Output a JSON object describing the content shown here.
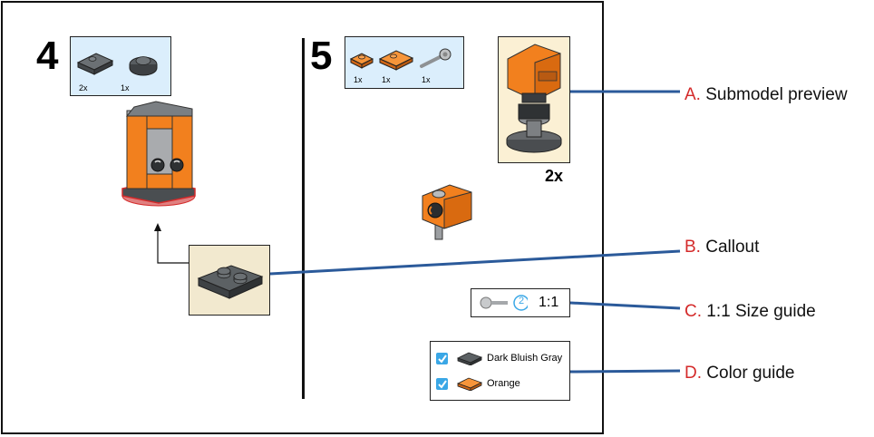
{
  "step4": {
    "number": "4",
    "parts": [
      {
        "qty": "2x"
      },
      {
        "qty": "1x"
      }
    ]
  },
  "step5": {
    "number": "5",
    "parts": [
      {
        "qty": "1x"
      },
      {
        "qty": "1x"
      },
      {
        "qty": "1x"
      }
    ],
    "submodel_multiplier": "2x"
  },
  "size_guide": {
    "count": "2",
    "ratio": "1:1"
  },
  "color_guide": [
    {
      "name": "Dark Bluish Gray",
      "color": "#555a5e"
    },
    {
      "name": "Orange",
      "color": "#f2801e"
    }
  ],
  "legend": [
    {
      "letter": "A.",
      "text": " Submodel preview"
    },
    {
      "letter": "B.",
      "text": " Callout"
    },
    {
      "letter": "C.",
      "text": " 1:1 Size guide"
    },
    {
      "letter": "D.",
      "text": " Color guide"
    }
  ],
  "colors": {
    "orange": "#f2801e",
    "dark_gray": "#555a5e",
    "light_gray": "#a9abae",
    "parts_bg": "#dbeefc",
    "panel_bg": "#fbf0d4",
    "leader": "#2b5a9a",
    "legend_letter": "#d42a2a"
  }
}
